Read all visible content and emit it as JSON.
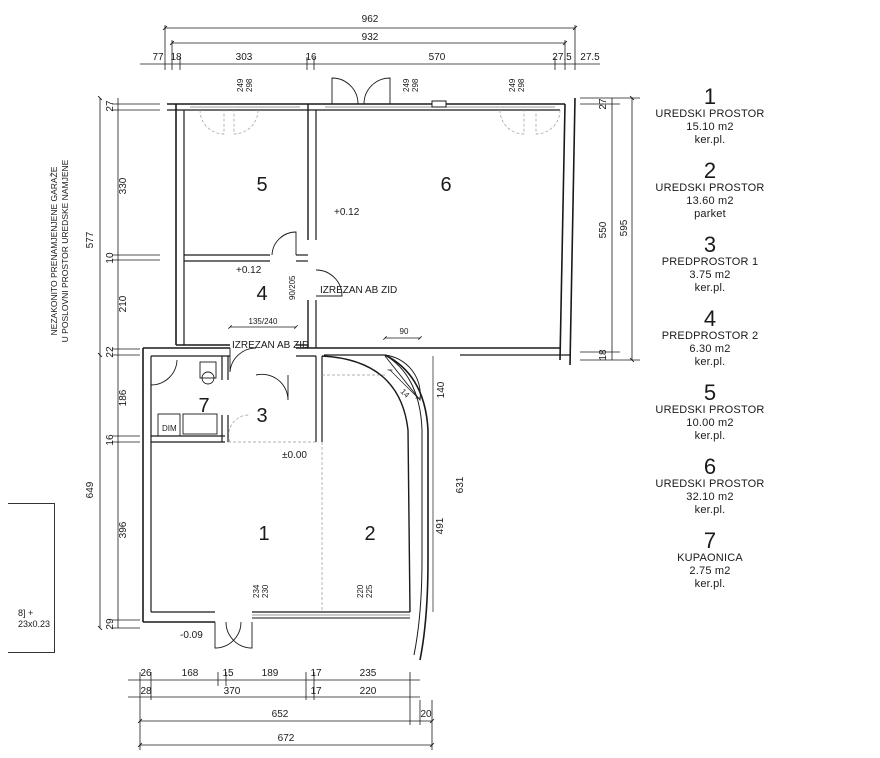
{
  "dimensions_top": {
    "overall_outer": "962",
    "overall_inner": "932",
    "segments": [
      "77",
      "18",
      "303",
      "16",
      "570",
      "27.5",
      "27.5"
    ],
    "window_sizes": [
      "249",
      "298"
    ]
  },
  "dimensions_left": {
    "upper_total": "577",
    "upper_segments": [
      "27",
      "330",
      "10",
      "210",
      "22"
    ],
    "lower_total": "649",
    "lower_segments": [
      "186",
      "16",
      "396",
      "29"
    ]
  },
  "dimensions_right": {
    "segments": [
      "27",
      "550",
      "18"
    ],
    "total": "595"
  },
  "dimensions_curve": {
    "a": "140",
    "b": "631",
    "c": "491",
    "d": "90",
    "e": "14"
  },
  "dimensions_bottom": {
    "row1": [
      "26",
      "168",
      "15",
      "189",
      "17",
      "235"
    ],
    "row2": [
      "28",
      "370",
      "17",
      "220"
    ],
    "row3": [
      "652",
      "20"
    ],
    "row4": [
      "672"
    ]
  },
  "inner_labels": {
    "opening_1": "135/240",
    "opening_2": "90/205",
    "window_1": [
      "234",
      "230"
    ],
    "window_2": [
      "220",
      "225"
    ],
    "cut_wall_1": "IZREZAN AB ZID",
    "cut_wall_2": "IZREZAN AB ZID",
    "level_a": "+0.12",
    "level_b": "+0.12",
    "level_c": "±0.00",
    "level_d": "-0.09",
    "dim_box": "DIM"
  },
  "room_numbers": [
    "1",
    "2",
    "3",
    "4",
    "5",
    "6",
    "7"
  ],
  "side_note": [
    "NEZAKONITO PRENAMJENJENE GARAŽE",
    "U POSLOVNI PROSTOR UREDSKE NAMJENE"
  ],
  "side_box_text": [
    "8] +",
    "23x0.23"
  ],
  "legend": [
    {
      "num": "1",
      "name": "UREDSKI PROSTOR",
      "area": "15.10 m2",
      "floor": "ker.pl."
    },
    {
      "num": "2",
      "name": "UREDSKI PROSTOR",
      "area": "13.60 m2",
      "floor": "parket"
    },
    {
      "num": "3",
      "name": "PREDPROSTOR 1",
      "area": "3.75 m2",
      "floor": "ker.pl."
    },
    {
      "num": "4",
      "name": "PREDPROSTOR 2",
      "area": "6.30 m2",
      "floor": "ker.pl."
    },
    {
      "num": "5",
      "name": "UREDSKI PROSTOR",
      "area": "10.00 m2",
      "floor": "ker.pl."
    },
    {
      "num": "6",
      "name": "UREDSKI PROSTOR",
      "area": "32.10 m2",
      "floor": "ker.pl."
    },
    {
      "num": "7",
      "name": "KUPAONICA",
      "area": "2.75 m2",
      "floor": "ker.pl."
    }
  ]
}
